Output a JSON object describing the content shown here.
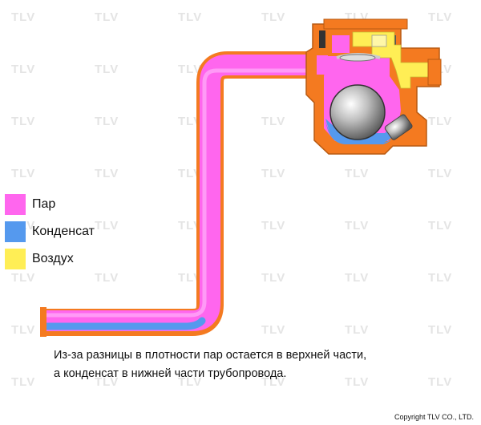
{
  "watermark_text": "TLV",
  "legend": {
    "items": [
      {
        "label": "Пар",
        "color": "#ff66ee"
      },
      {
        "label": "Конденсат",
        "color": "#5599ee"
      },
      {
        "label": "Воздух",
        "color": "#ffee55"
      }
    ]
  },
  "caption": {
    "line1": "Из-за разницы в плотности пар остается в верхней части,",
    "line2": "а конденсат в нижней части трубопровода."
  },
  "copyright": "Copyright TLV CO., LTD.",
  "colors": {
    "steam": "#ff66ee",
    "condensate": "#5599ee",
    "air": "#ffee55",
    "pipe_wall": "#f47a20",
    "trap_body": "#f47a20",
    "float": "#b8b8b8"
  }
}
